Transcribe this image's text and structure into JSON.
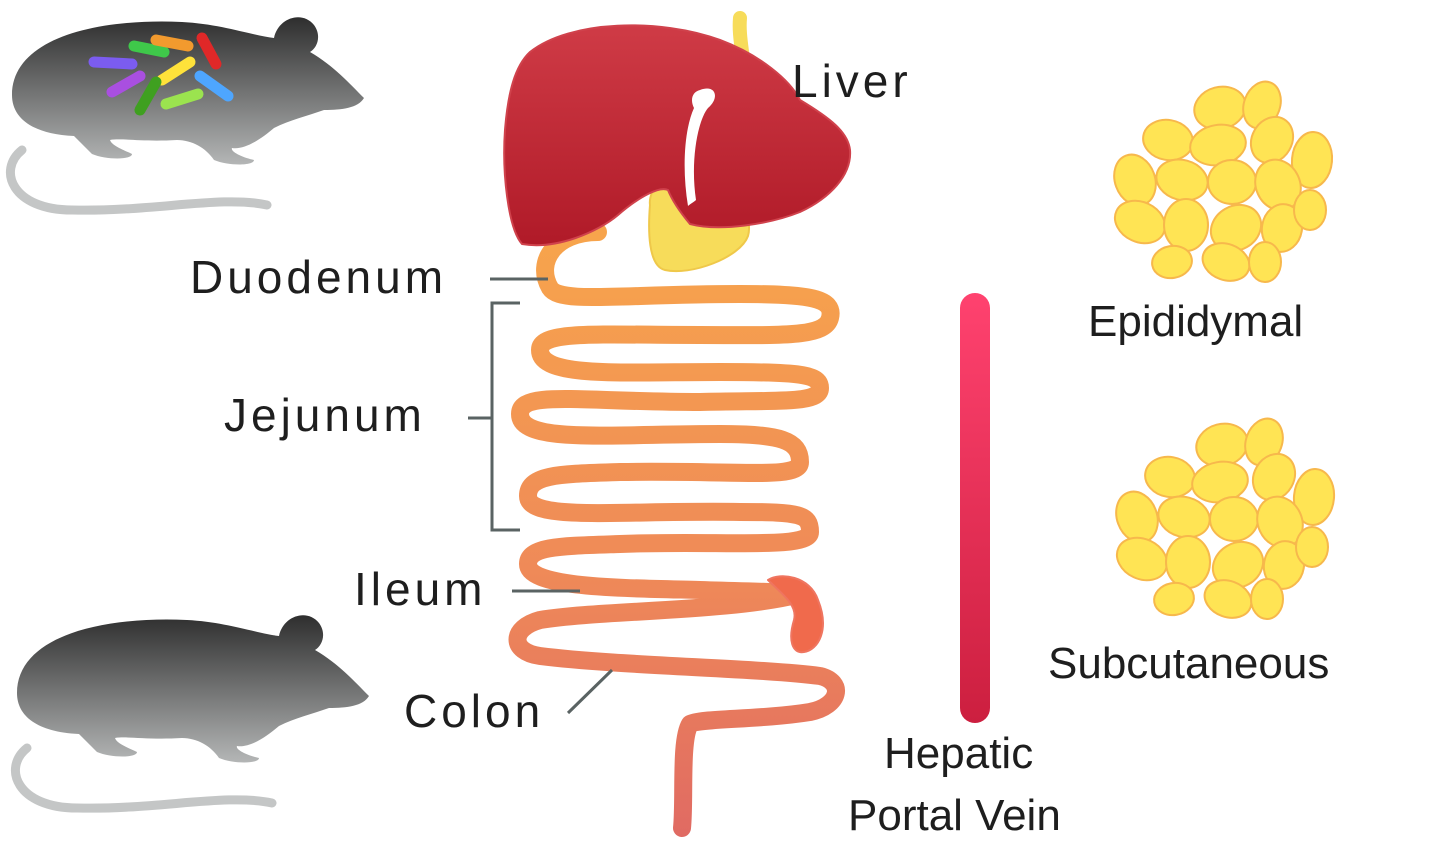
{
  "labels": {
    "liver": "Liver",
    "duodenum": "Duodenum",
    "jejunum": "Jejunum",
    "ileum": "Ileum",
    "colon": "Colon",
    "hepatic_line1": "Hepatic",
    "hepatic_line2": "Portal Vein",
    "epididymal": "Epididymal",
    "subcutaneous": "Subcutaneous"
  },
  "colors": {
    "mouse_top": "#2e2e2e",
    "mouse_bottom": "#b4b6b6",
    "mouse_tail": "#c4c6c6",
    "liver": "#b8202e",
    "gallbladder": "#f7dc5a",
    "intestine_top": "#f7a14a",
    "intestine_bottom": "#e06a63",
    "cecum": "#f06a4c",
    "vein_top": "#ff3f6e",
    "vein_bottom": "#cc1f3f",
    "fat_fill": "#ffe454",
    "fat_stroke": "#f7b84c",
    "leader": "#5a6363"
  },
  "microbiota_colors": [
    "#7b5cf0",
    "#a94fe0",
    "#3fc84a",
    "#f29a2e",
    "#ffe23a",
    "#e02828",
    "#4ea6ff",
    "#9be34f"
  ]
}
